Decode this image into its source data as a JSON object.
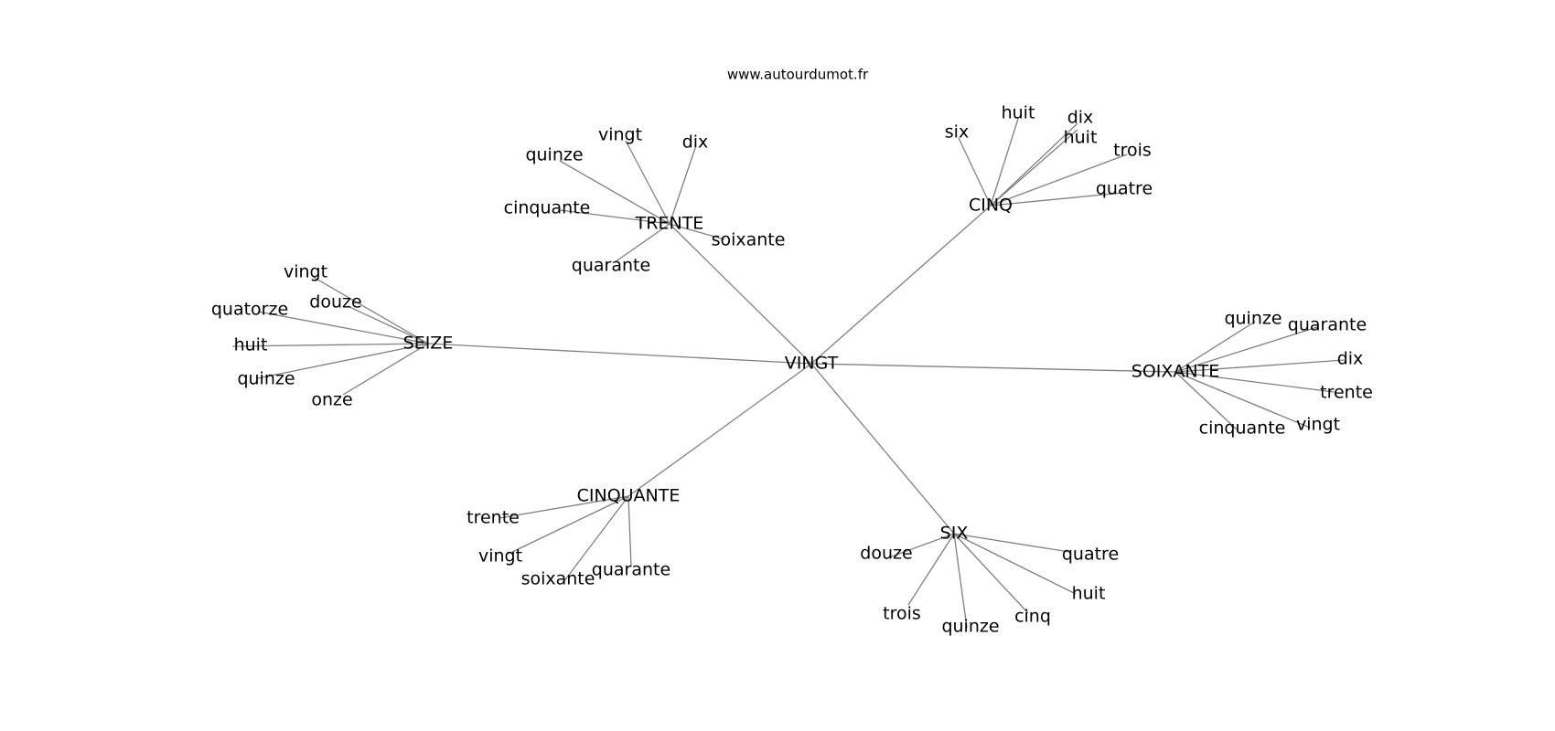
{
  "source": "www.autourdumot.fr",
  "center": "VINGT",
  "clusters": [
    {
      "hub": "TRENTE",
      "leaves": [
        "vingt",
        "dix",
        "quinze",
        "cinquante",
        "soixante",
        "quarante"
      ]
    },
    {
      "hub": "CINQ",
      "leaves": [
        "six",
        "huit",
        "dix",
        "huit",
        "trois",
        "quatre"
      ]
    },
    {
      "hub": "SEIZE",
      "leaves": [
        "vingt",
        "douze",
        "quatorze",
        "huit",
        "quinze",
        "onze"
      ]
    },
    {
      "hub": "SOIXANTE",
      "leaves": [
        "quinze",
        "quarante",
        "dix",
        "trente",
        "vingt",
        "cinquante"
      ]
    },
    {
      "hub": "CINQUANTE",
      "leaves": [
        "trente",
        "vingt",
        "soixante",
        "quarante"
      ]
    },
    {
      "hub": "SIX",
      "leaves": [
        "douze",
        "quatre",
        "huit",
        "trois",
        "quinze",
        "cinq"
      ]
    }
  ]
}
